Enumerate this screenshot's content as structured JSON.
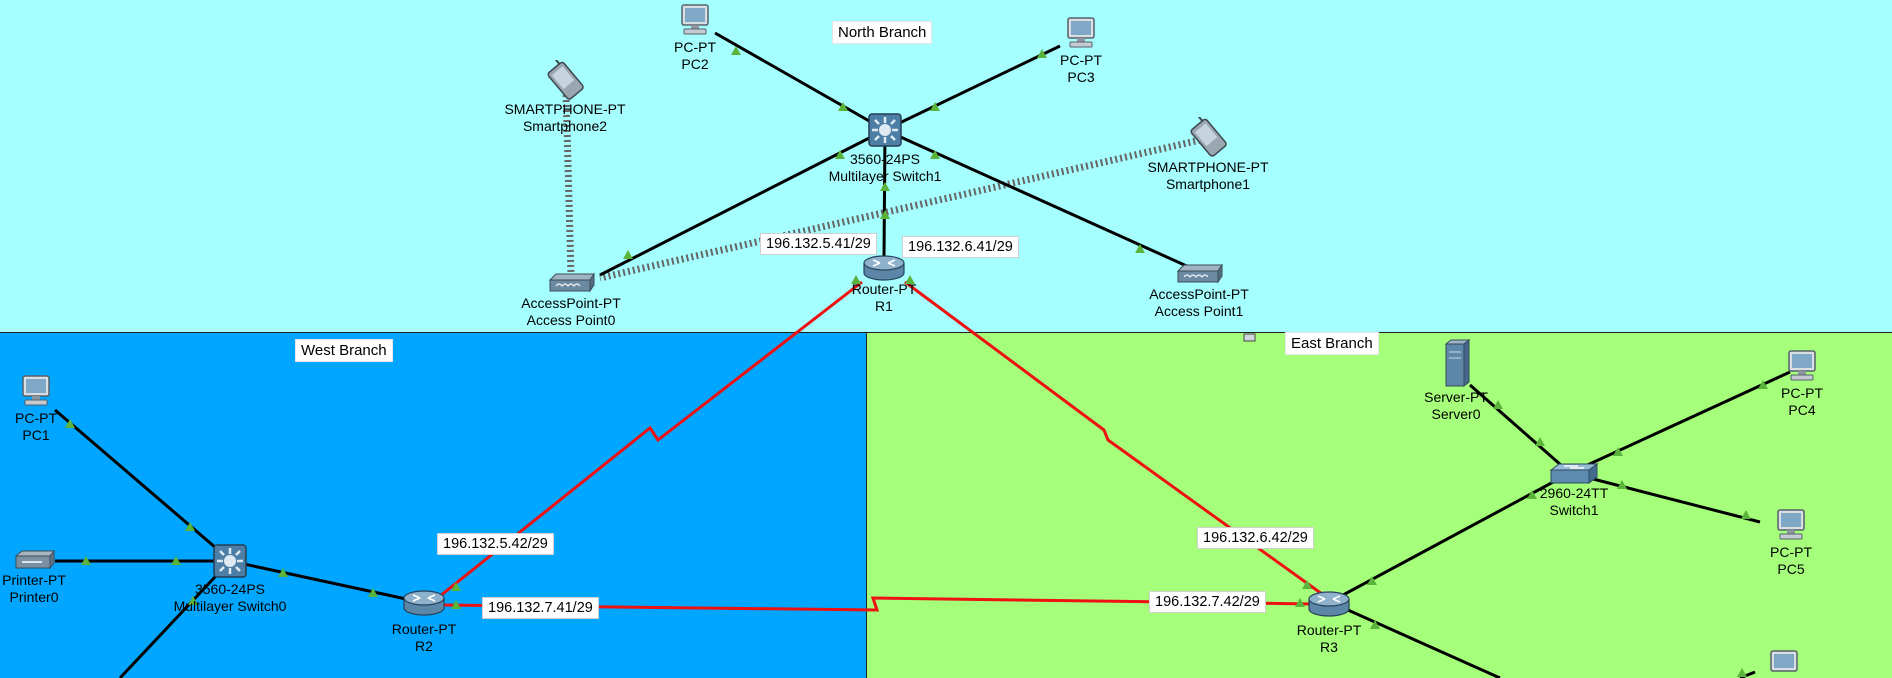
{
  "colors": {
    "north_branch_bg": "#a6ffff",
    "west_branch_bg": "#00a6ff",
    "east_branch_bg": "#a6ff7a",
    "ethernet_link": "#000000",
    "serial_link": "#ee1111",
    "port_indicator": "#5ab43c"
  },
  "areas": {
    "north": "North Branch",
    "west": "West Branch",
    "east": "East Branch"
  },
  "devices": {
    "pc2": {
      "model": "PC-PT",
      "name": "PC2",
      "icon": "pc-icon"
    },
    "pc3": {
      "model": "PC-PT",
      "name": "PC3",
      "icon": "pc-icon"
    },
    "smartphone2": {
      "model": "SMARTPHONE-PT",
      "name": "Smartphone2",
      "icon": "smartphone-icon"
    },
    "smartphone1": {
      "model": "SMARTPHONE-PT",
      "name": "Smartphone1",
      "icon": "smartphone-icon"
    },
    "mls1": {
      "model": "3560-24PS",
      "name": "Multilayer Switch1",
      "icon": "multilayer-switch-icon"
    },
    "ap0": {
      "model": "AccessPoint-PT",
      "name": "Access Point0",
      "icon": "access-point-icon"
    },
    "ap1": {
      "model": "AccessPoint-PT",
      "name": "Access Point1",
      "icon": "access-point-icon"
    },
    "r1": {
      "model": "Router-PT",
      "name": "R1",
      "icon": "router-icon"
    },
    "pc1": {
      "model": "PC-PT",
      "name": "PC1",
      "icon": "pc-icon"
    },
    "printer0": {
      "model": "Printer-PT",
      "name": "Printer0",
      "icon": "printer-icon"
    },
    "mls0": {
      "model": "3560-24PS",
      "name": "Multilayer Switch0",
      "icon": "multilayer-switch-icon"
    },
    "r2": {
      "model": "Router-PT",
      "name": "R2",
      "icon": "router-icon"
    },
    "server0": {
      "model": "Server-PT",
      "name": "Server0",
      "icon": "server-icon"
    },
    "pc4": {
      "model": "PC-PT",
      "name": "PC4",
      "icon": "pc-icon"
    },
    "sw1": {
      "model": "2960-24TT",
      "name": "Switch1",
      "icon": "switch-icon"
    },
    "pc5": {
      "model": "PC-PT",
      "name": "PC5",
      "icon": "pc-icon"
    },
    "r3": {
      "model": "Router-PT",
      "name": "R3",
      "icon": "router-icon"
    }
  },
  "ip_labels": {
    "r1_west": "196.132.5.41/29",
    "r1_east": "196.132.6.41/29",
    "r2_north": "196.132.5.42/29",
    "r2_east": "196.132.7.41/29",
    "r3_north": "196.132.6.42/29",
    "r3_west": "196.132.7.42/29"
  }
}
